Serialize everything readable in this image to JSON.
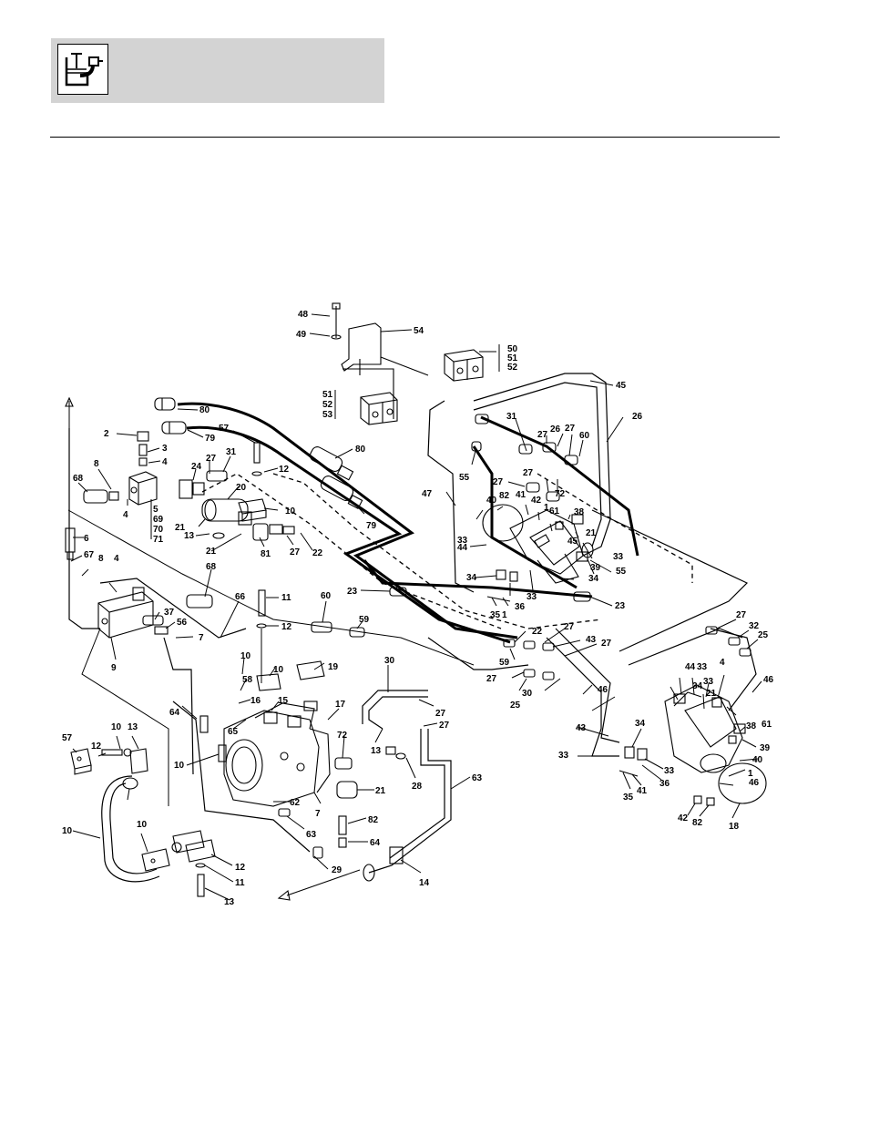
{
  "header": {
    "icon": "hydraulic-reservoir-icon",
    "background": "#d3d3d3"
  },
  "diagram": {
    "callouts": [
      {
        "id": "c1",
        "label": "48"
      },
      {
        "id": "c2",
        "label": "49"
      },
      {
        "id": "c3",
        "label": "54"
      },
      {
        "id": "c4",
        "label": "50"
      },
      {
        "id": "c5",
        "label": "51"
      },
      {
        "id": "c6",
        "label": "52"
      },
      {
        "id": "c7",
        "label": "51"
      },
      {
        "id": "c8",
        "label": "52"
      },
      {
        "id": "c9",
        "label": "53"
      },
      {
        "id": "c10",
        "label": "45"
      },
      {
        "id": "c11",
        "label": "80"
      },
      {
        "id": "c12",
        "label": "2"
      },
      {
        "id": "c13",
        "label": "79"
      },
      {
        "id": "c14",
        "label": "3"
      },
      {
        "id": "c15",
        "label": "4"
      },
      {
        "id": "c16",
        "label": "8"
      },
      {
        "id": "c17",
        "label": "68"
      },
      {
        "id": "c18",
        "label": "4"
      },
      {
        "id": "c19",
        "label": "5"
      },
      {
        "id": "c20",
        "label": "69"
      },
      {
        "id": "c21",
        "label": "70"
      },
      {
        "id": "c22",
        "label": "71"
      },
      {
        "id": "c23",
        "label": "57"
      },
      {
        "id": "c24",
        "label": "27"
      },
      {
        "id": "c25",
        "label": "24"
      },
      {
        "id": "c26",
        "label": "31"
      },
      {
        "id": "c27",
        "label": "12"
      },
      {
        "id": "c28",
        "label": "80"
      },
      {
        "id": "c29",
        "label": "20"
      },
      {
        "id": "c30",
        "label": "10"
      },
      {
        "id": "c31",
        "label": "21"
      },
      {
        "id": "c32",
        "label": "13"
      },
      {
        "id": "c33",
        "label": "21"
      },
      {
        "id": "c34",
        "label": "81"
      },
      {
        "id": "c35",
        "label": "27"
      },
      {
        "id": "c36",
        "label": "22"
      },
      {
        "id": "c37",
        "label": "79"
      },
      {
        "id": "c38",
        "label": "6"
      },
      {
        "id": "c39",
        "label": "67"
      },
      {
        "id": "c40",
        "label": "8"
      },
      {
        "id": "c41",
        "label": "4"
      },
      {
        "id": "c42",
        "label": "68"
      },
      {
        "id": "c43",
        "label": "66"
      },
      {
        "id": "c44",
        "label": "37"
      },
      {
        "id": "c45",
        "label": "56"
      },
      {
        "id": "c46",
        "label": "7"
      },
      {
        "id": "c47",
        "label": "9"
      },
      {
        "id": "c48",
        "label": "11"
      },
      {
        "id": "c49",
        "label": "12"
      },
      {
        "id": "c50",
        "label": "60"
      },
      {
        "id": "c51",
        "label": "59"
      },
      {
        "id": "c52",
        "label": "23"
      },
      {
        "id": "c53",
        "label": "47"
      },
      {
        "id": "c54",
        "label": "26"
      },
      {
        "id": "c55",
        "label": "31"
      },
      {
        "id": "c56",
        "label": "27"
      },
      {
        "id": "c57",
        "label": "26"
      },
      {
        "id": "c58",
        "label": "27"
      },
      {
        "id": "c59",
        "label": "60"
      },
      {
        "id": "c60",
        "label": "55"
      },
      {
        "id": "c61",
        "label": "27"
      },
      {
        "id": "c62",
        "label": "27"
      },
      {
        "id": "c63",
        "label": "72"
      },
      {
        "id": "c64",
        "label": "40"
      },
      {
        "id": "c65",
        "label": "82"
      },
      {
        "id": "c66",
        "label": "41"
      },
      {
        "id": "c67",
        "label": "42"
      },
      {
        "id": "c68",
        "label": "1"
      },
      {
        "id": "c69",
        "label": "61"
      },
      {
        "id": "c70",
        "label": "38"
      },
      {
        "id": "c71",
        "label": "21"
      },
      {
        "id": "c72",
        "label": "45"
      },
      {
        "id": "c73",
        "label": "33"
      },
      {
        "id": "c74",
        "label": "55"
      },
      {
        "id": "c75",
        "label": "44"
      },
      {
        "id": "c76",
        "label": "33"
      },
      {
        "id": "c77",
        "label": "34"
      },
      {
        "id": "c78",
        "label": "39"
      },
      {
        "id": "c79",
        "label": "34"
      },
      {
        "id": "c80",
        "label": "33"
      },
      {
        "id": "c81",
        "label": "36"
      },
      {
        "id": "c82",
        "label": "35"
      },
      {
        "id": "c83",
        "label": "1"
      },
      {
        "id": "c84",
        "label": "23"
      },
      {
        "id": "c85",
        "label": "22"
      },
      {
        "id": "c86",
        "label": "27"
      },
      {
        "id": "c87",
        "label": "43"
      },
      {
        "id": "c88",
        "label": "27"
      },
      {
        "id": "c89",
        "label": "59"
      },
      {
        "id": "c90",
        "label": "27"
      },
      {
        "id": "c91",
        "label": "25"
      },
      {
        "id": "c92",
        "label": "30"
      },
      {
        "id": "c93",
        "label": "27"
      },
      {
        "id": "c94",
        "label": "32"
      },
      {
        "id": "c95",
        "label": "25"
      },
      {
        "id": "c96",
        "label": "46"
      },
      {
        "id": "c97",
        "label": "44"
      },
      {
        "id": "c98",
        "label": "33"
      },
      {
        "id": "c99",
        "label": "4"
      },
      {
        "id": "c100",
        "label": "34"
      },
      {
        "id": "c101",
        "label": "33"
      },
      {
        "id": "c102",
        "label": "21"
      },
      {
        "id": "c103",
        "label": "38"
      },
      {
        "id": "c104",
        "label": "61"
      },
      {
        "id": "c105",
        "label": "39"
      },
      {
        "id": "c106",
        "label": "40"
      },
      {
        "id": "c107",
        "label": "1"
      },
      {
        "id": "c108",
        "label": "46"
      },
      {
        "id": "c109",
        "label": "46"
      },
      {
        "id": "c110",
        "label": "43"
      },
      {
        "id": "c111",
        "label": "33"
      },
      {
        "id": "c112",
        "label": "34"
      },
      {
        "id": "c113",
        "label": "33"
      },
      {
        "id": "c114",
        "label": "36"
      },
      {
        "id": "c115",
        "label": "35"
      },
      {
        "id": "c116",
        "label": "41"
      },
      {
        "id": "c117",
        "label": "42"
      },
      {
        "id": "c118",
        "label": "82"
      },
      {
        "id": "c119",
        "label": "18"
      },
      {
        "id": "c120",
        "label": "10"
      },
      {
        "id": "c121",
        "label": "10"
      },
      {
        "id": "c122",
        "label": "19"
      },
      {
        "id": "c123",
        "label": "58"
      },
      {
        "id": "c124",
        "label": "16"
      },
      {
        "id": "c125",
        "label": "15"
      },
      {
        "id": "c126",
        "label": "17"
      },
      {
        "id": "c127",
        "label": "65"
      },
      {
        "id": "c128",
        "label": "72"
      },
      {
        "id": "c129",
        "label": "30"
      },
      {
        "id": "c130",
        "label": "27"
      },
      {
        "id": "c131",
        "label": "27"
      },
      {
        "id": "c132",
        "label": "13"
      },
      {
        "id": "c133",
        "label": "28"
      },
      {
        "id": "c134",
        "label": "63"
      },
      {
        "id": "c135",
        "label": "64"
      },
      {
        "id": "c136",
        "label": "10"
      },
      {
        "id": "c137",
        "label": "57"
      },
      {
        "id": "c138",
        "label": "12"
      },
      {
        "id": "c139",
        "label": "10"
      },
      {
        "id": "c140",
        "label": "13"
      },
      {
        "id": "c141",
        "label": "62"
      },
      {
        "id": "c142",
        "label": "21"
      },
      {
        "id": "c143",
        "label": "7"
      },
      {
        "id": "c144",
        "label": "82"
      },
      {
        "id": "c145",
        "label": "64"
      },
      {
        "id": "c146",
        "label": "63"
      },
      {
        "id": "c147",
        "label": "29"
      },
      {
        "id": "c148",
        "label": "14"
      },
      {
        "id": "c149",
        "label": "10"
      },
      {
        "id": "c150",
        "label": "10"
      },
      {
        "id": "c151",
        "label": "12"
      },
      {
        "id": "c152",
        "label": "11"
      },
      {
        "id": "c153",
        "label": "13"
      }
    ]
  }
}
